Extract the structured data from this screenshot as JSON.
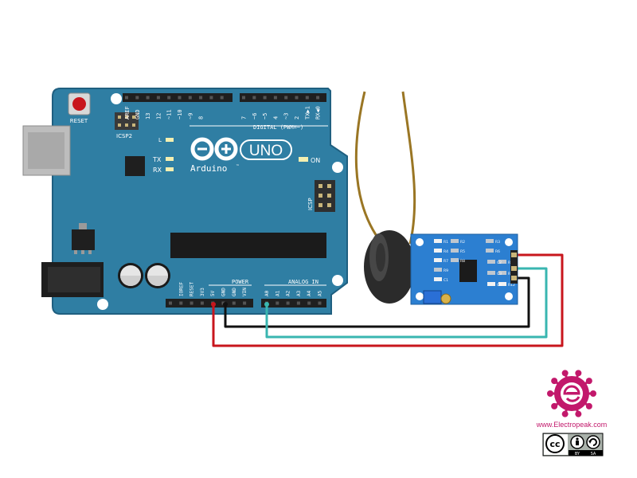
{
  "colors": {
    "board": "#2f7ea3",
    "board_edge": "#1f5f80",
    "header": "#2a2a2a",
    "wire_red": "#c8161d",
    "wire_black": "#111111",
    "wire_cyan": "#39b6b0",
    "coil_wire": "#9a7624",
    "module": "#2c7fd1",
    "brand": "#c2186b"
  },
  "arduino": {
    "reset_label": "RESET",
    "icsp2_label": "ICSP2",
    "icsp_label": "ICSP",
    "l_label": "L",
    "tx_label": "TX",
    "rx_label": "RX",
    "on_label": "ON",
    "uno_label": "UNO",
    "brand_label": "Arduino",
    "tm_label": "™",
    "digital_label": "DIGITAL (PWM=~)",
    "power_label": "POWER",
    "analog_label": "ANALOG IN",
    "top_pins": [
      "AREF",
      "GND",
      "13",
      "12",
      "~11",
      "~10",
      "~9",
      "8",
      "7",
      "~6",
      "~5",
      "4",
      "~3",
      "2",
      "TX▶1",
      "RX◀0"
    ],
    "power_pins": [
      "IOREF",
      "RESET",
      "3V3",
      "5V",
      "GND",
      "GND",
      "VIN"
    ],
    "analog_pins": [
      "A0",
      "A1",
      "A2",
      "A3",
      "A4",
      "A5"
    ]
  },
  "module": {
    "labels": [
      "R1",
      "R2",
      "R3",
      "R4",
      "R5",
      "R6",
      "R7",
      "R8",
      "R9",
      "C1",
      "C2",
      "C3",
      "C4",
      "R10",
      "R11",
      "R12"
    ]
  },
  "branding": {
    "website": "www.Electropeak.com",
    "license_cc": "cc",
    "license_by": "BY",
    "license_sa": "SA"
  }
}
